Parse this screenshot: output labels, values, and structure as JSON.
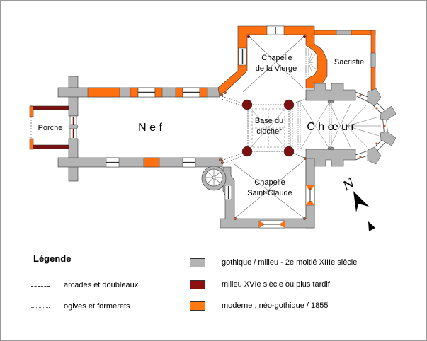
{
  "title": "Plan de l'église",
  "rooms": {
    "porche": "Porche",
    "nef": "N e f",
    "chapelle_vierge_line1": "Chapelle",
    "chapelle_vierge_line2": "de la Vierge",
    "sacristie": "Sacristie",
    "base_clocher_line1": "Base du",
    "base_clocher_line2": "clocher",
    "choeur": "C h œ u r",
    "chapelle_st_claude_line1": "Chapelle",
    "chapelle_st_claude_line2": "Saint-Claude"
  },
  "compass": {
    "label": "N",
    "icon": "north-arrow-icon"
  },
  "legend": {
    "title": "Légende",
    "lines": [
      {
        "style": "dashed",
        "label": "arcades et doubleaux"
      },
      {
        "style": "dotted",
        "label": "ogives et formerets"
      }
    ],
    "periods": [
      {
        "color": "#b4b4b4",
        "label": "gothique / milieu - 2e moitié XIIIe siècle"
      },
      {
        "color": "#8b1010",
        "label": "milieu XVIe siècle ou plus tardif"
      },
      {
        "color": "#ff7a10",
        "label": "moderne ; néo-gothique / 1855"
      }
    ]
  },
  "colors": {
    "gothic": "#b4b4b4",
    "xvi": "#7d0f0f",
    "modern": "#ff7010",
    "outline": "#333333",
    "pillar": "#7d0f0f"
  }
}
